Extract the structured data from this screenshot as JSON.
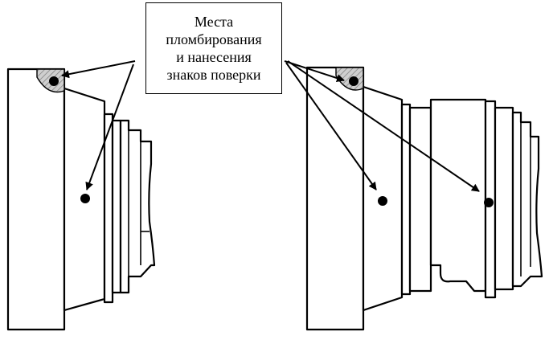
{
  "callout": {
    "text": "Места\nпломбирования\nи нанесения\nзнаков поверки"
  },
  "markers": {
    "left_device": [
      "seal-point-top",
      "mark-point-body"
    ],
    "right_device": [
      "seal-point-top",
      "mark-point-body",
      "mark-point-flange"
    ]
  }
}
